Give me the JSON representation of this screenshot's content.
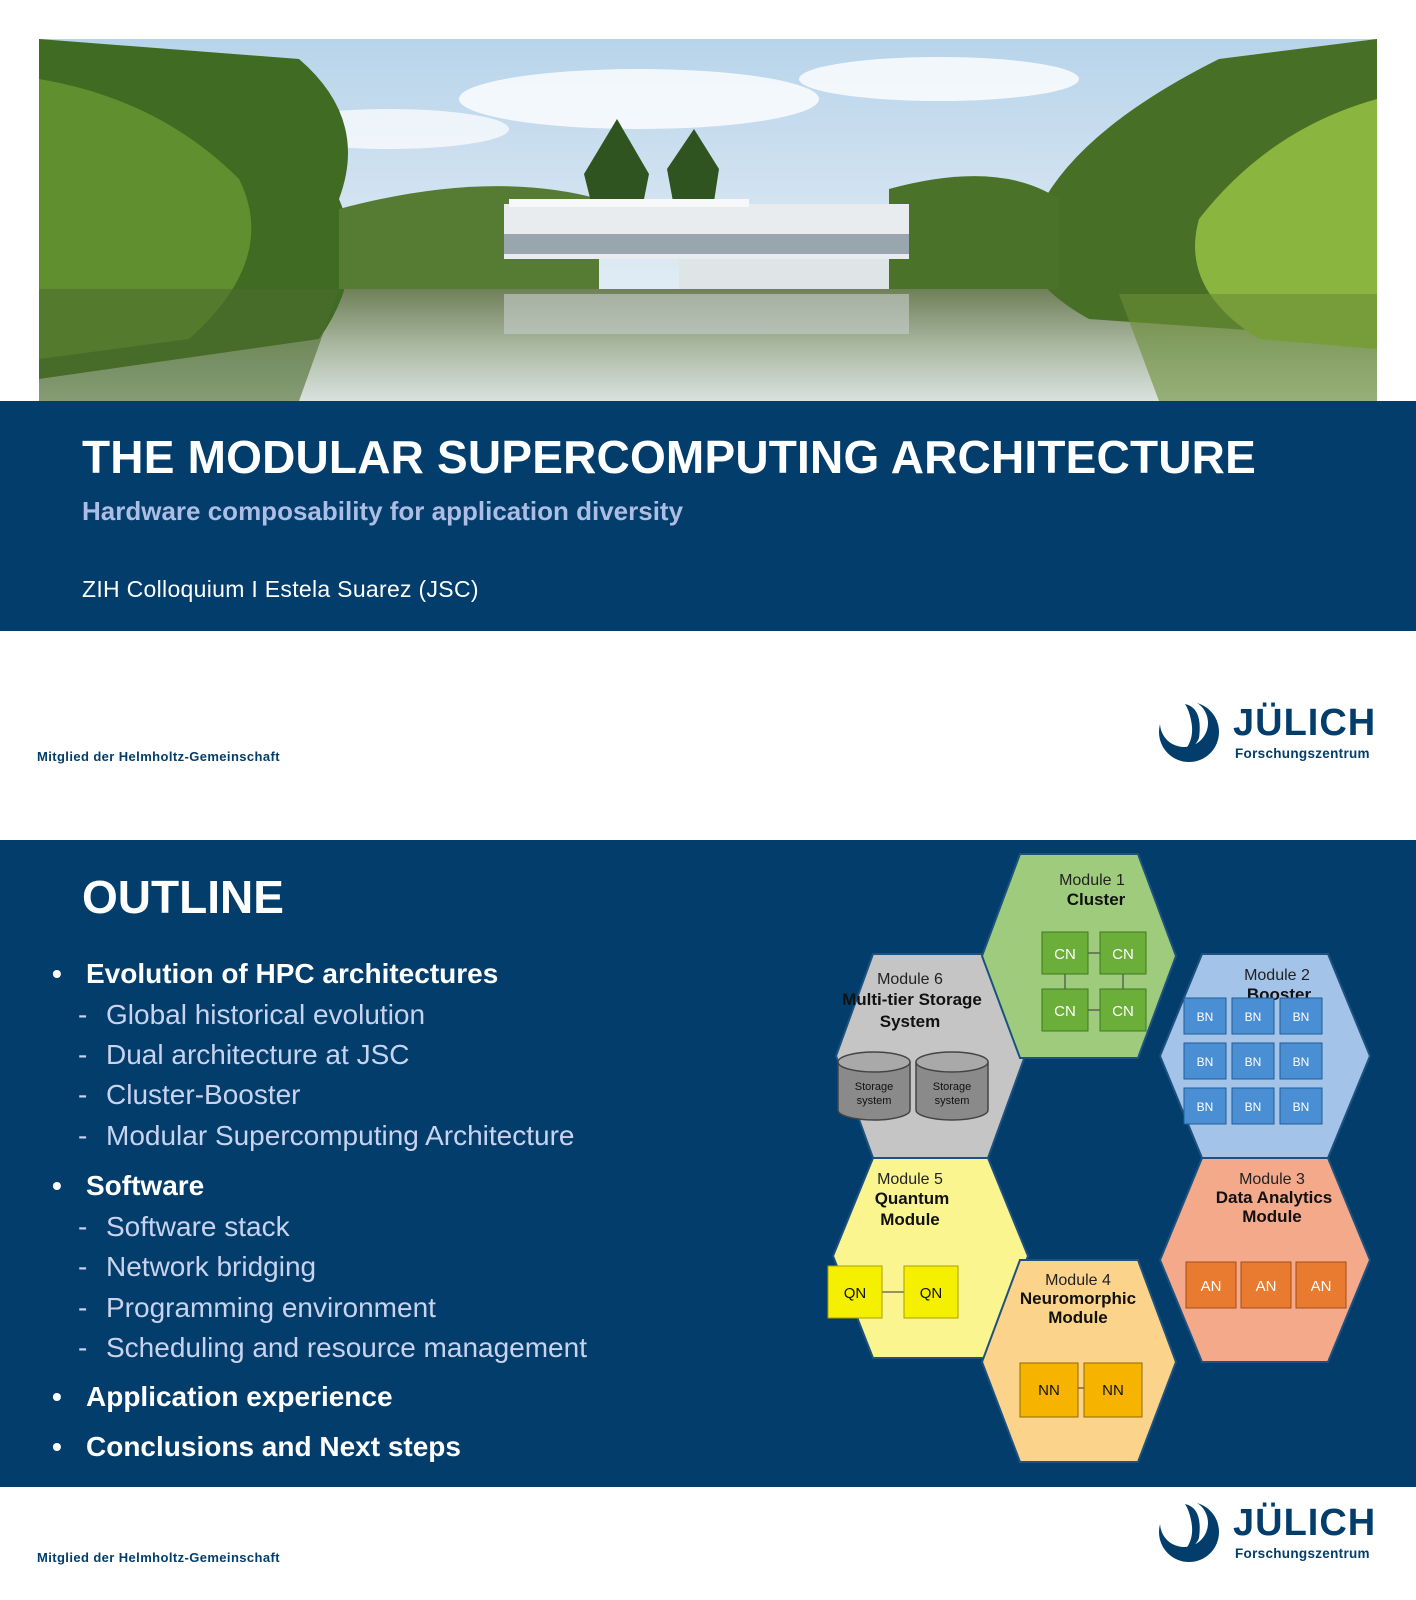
{
  "slide1": {
    "title": "THE MODULAR SUPERCOMPUTING ARCHITECTURE",
    "subtitle": "Hardware composability for application diversity",
    "event": "ZIH Colloquium I  Estela Suarez (JSC)",
    "member_text": "Mitglied der Helmholtz-Gemeinschaft",
    "logo": {
      "name": "JÜLICH",
      "sub": "Forschungszentrum"
    }
  },
  "slide2": {
    "title": "OUTLINE",
    "items": [
      {
        "label": "Evolution of HPC architectures"
      },
      {
        "label": "Global historical evolution"
      },
      {
        "label": "Dual architecture at JSC"
      },
      {
        "label": "Cluster-Booster"
      },
      {
        "label": "Modular Supercomputing Architecture"
      },
      {
        "label": "Software"
      },
      {
        "label": "Software stack"
      },
      {
        "label": "Network bridging"
      },
      {
        "label": "Programming environment"
      },
      {
        "label": "Scheduling and resource management"
      },
      {
        "label": "Application experience"
      },
      {
        "label": "Conclusions and Next steps"
      }
    ],
    "modules": {
      "m1": {
        "line1": "Module 1",
        "line2": "Cluster",
        "node": "CN"
      },
      "m2": {
        "line1": "Module 2",
        "line2": "Booster",
        "node": "BN"
      },
      "m3": {
        "line1": "Module 3",
        "line2": "Data Analytics",
        "line3": "Module",
        "node": "AN"
      },
      "m4": {
        "line1": "Module 4",
        "line2": "Neuromorphic",
        "line3": "Module",
        "node": "NN"
      },
      "m5": {
        "line1": "Module 5",
        "line2": "Quantum",
        "line3": "Module",
        "node": "QN"
      },
      "m6": {
        "line1": "Module 6",
        "line2": "Multi-tier Storage",
        "line3": "System",
        "storage_a": "Storage",
        "storage_b": "system"
      }
    },
    "member_text": "Mitglied der Helmholtz-Gemeinschaft",
    "logo": {
      "name": "JÜLICH",
      "sub": "Forschungszentrum"
    }
  },
  "colors": {
    "brand_blue": "#023d6b",
    "subtitle": "#adbde3"
  }
}
